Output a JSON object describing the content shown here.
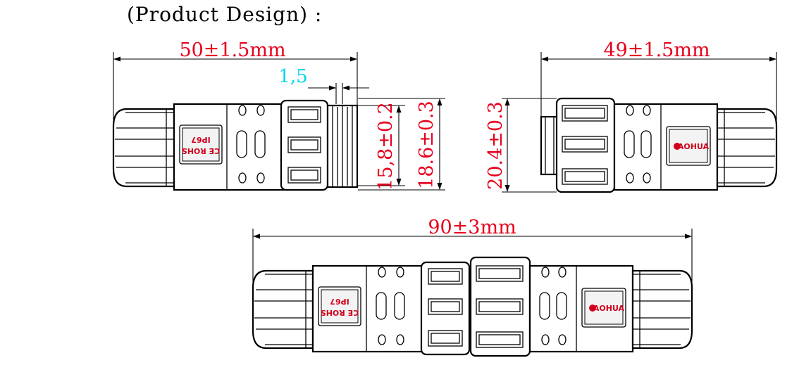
{
  "title": "(Product Design) :",
  "colors": {
    "dimension_text": "#e8001c",
    "small_dimension_text": "#00d8e8",
    "outline": "#000000",
    "label_text": "#d0001c"
  },
  "dimensions": {
    "left_length": "50±1.5mm",
    "pitch": "1,5",
    "thread_diameter": "15,8±0.2",
    "body_diameter": "18.6±0.3",
    "right_length": "49±1.5mm",
    "nut_diameter": "20.4±0.3",
    "total_length": "90±3mm"
  },
  "labels": {
    "cert_line1": "CE ROHS",
    "cert_line2": "IP67",
    "brand": "AOHUA"
  }
}
